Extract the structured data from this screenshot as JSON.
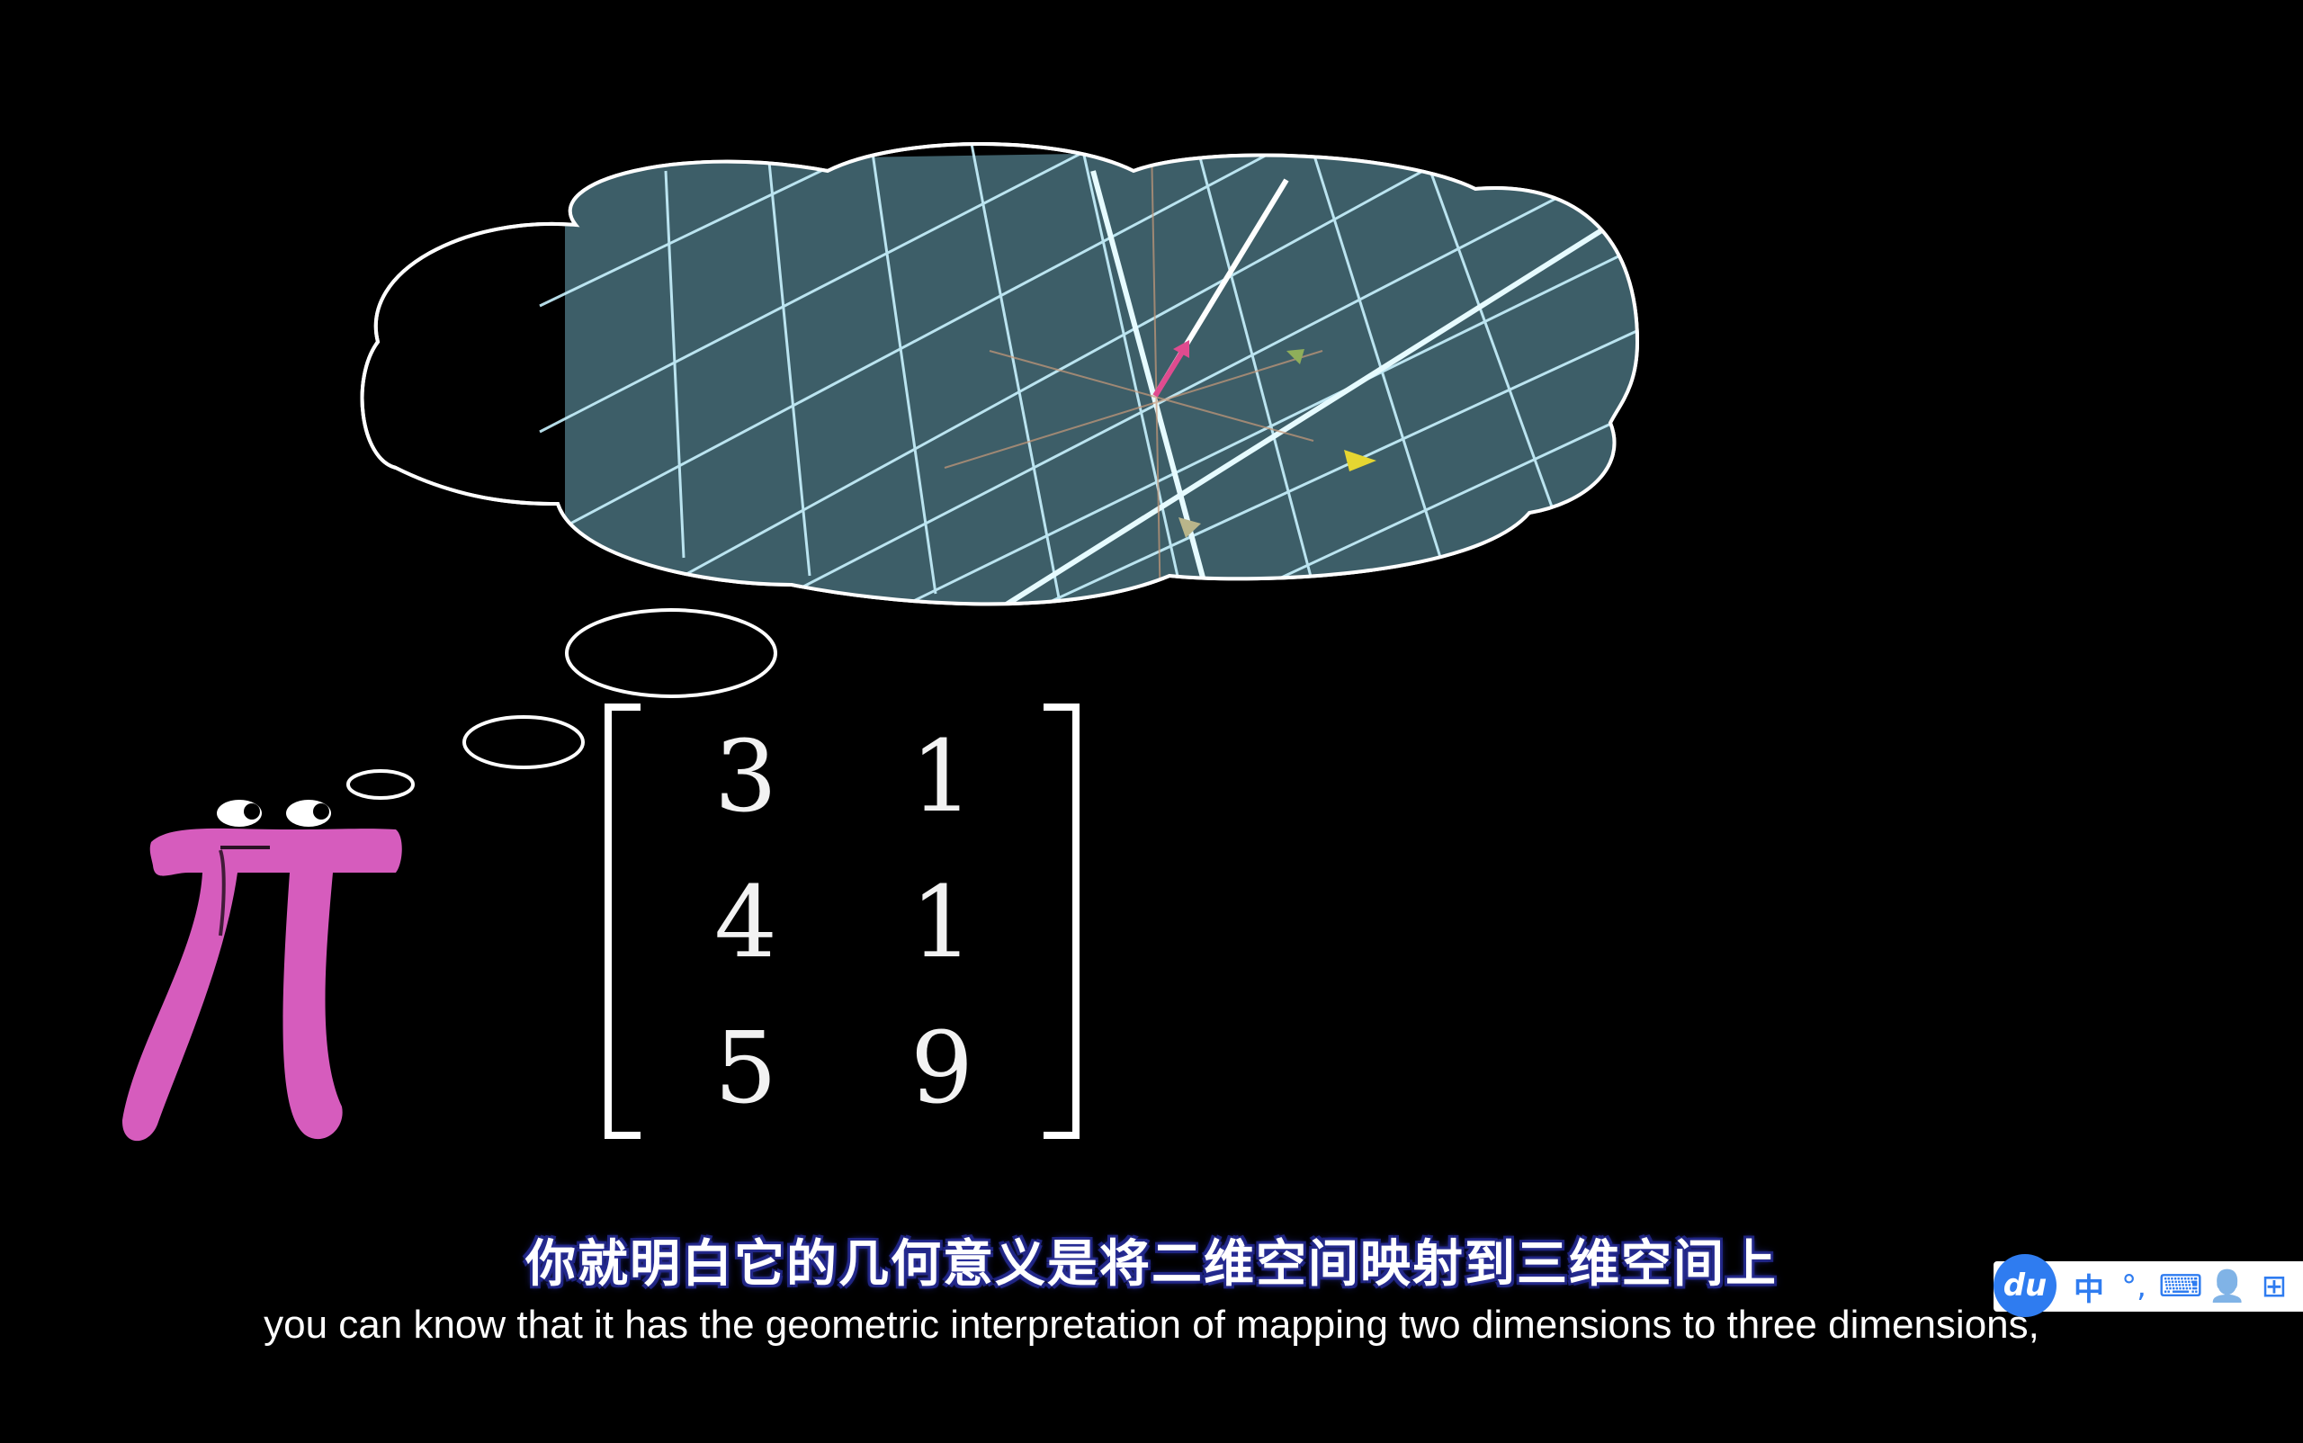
{
  "matrix": {
    "rows": [
      [
        "3",
        "1"
      ],
      [
        "4",
        "1"
      ],
      [
        "5",
        "9"
      ]
    ]
  },
  "subtitles": {
    "chinese": "你就明白它的几何意义是将二维空间映射到三维空间上",
    "english": "you can know that it has the geometric interpretation of mapping two dimensions to three dimensions,"
  },
  "ime_toolbar": {
    "logo": "du",
    "lang_label": "中",
    "items": [
      {
        "icon": "punctuation-icon",
        "glyph": "°,"
      },
      {
        "icon": "soft-keyboard-icon",
        "glyph": "⌨"
      },
      {
        "icon": "user-icon",
        "glyph": "👤"
      },
      {
        "icon": "menu-grid-icon",
        "glyph": "⊞"
      }
    ]
  },
  "colors": {
    "background": "#000000",
    "plane": "#3d5e68",
    "grid": "#c9f3ff",
    "pi_creature": "#d65cbd",
    "vector": "#e04b8f",
    "subtitle_outline": "#1d2277",
    "ime_accent": "#2f7cf0"
  }
}
